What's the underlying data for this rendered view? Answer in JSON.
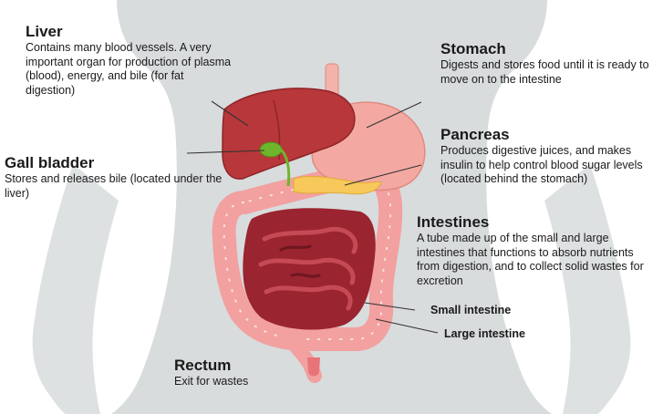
{
  "labels": {
    "liver": {
      "title": "Liver",
      "desc": "Contains many blood vessels. A very important organ for production of plasma (blood), energy, and bile (for fat digestion)"
    },
    "gall_bladder": {
      "title": "Gall bladder",
      "desc": "Stores and releases bile (located under the liver)"
    },
    "stomach": {
      "title": "Stomach",
      "desc": "Digests and stores food until it is ready to move on to the intestine"
    },
    "pancreas": {
      "title": "Pancreas",
      "desc": "Produces digestive juices, and makes insulin to help control blood sugar levels (located behind the stomach)"
    },
    "intestines": {
      "title": "Intestines",
      "desc": "A tube made up of the small and large intestines that functions to absorb nutrients from digestion, and to collect solid wastes for excretion"
    },
    "small_intestine": {
      "title": "Small intestine"
    },
    "large_intestine": {
      "title": "Large intestine"
    },
    "rectum": {
      "title": "Rectum",
      "desc": "Exit for wastes"
    }
  },
  "colors": {
    "silhouette": "#d8dcdd",
    "liver": "#b8373a",
    "stomach": "#f3a9a1",
    "large_intestine": "#f2a0a0",
    "small_intestine": "#9a2430",
    "pancreas": "#f7c85a",
    "gall_bladder": "#6fb52c",
    "leader": "#333333"
  }
}
